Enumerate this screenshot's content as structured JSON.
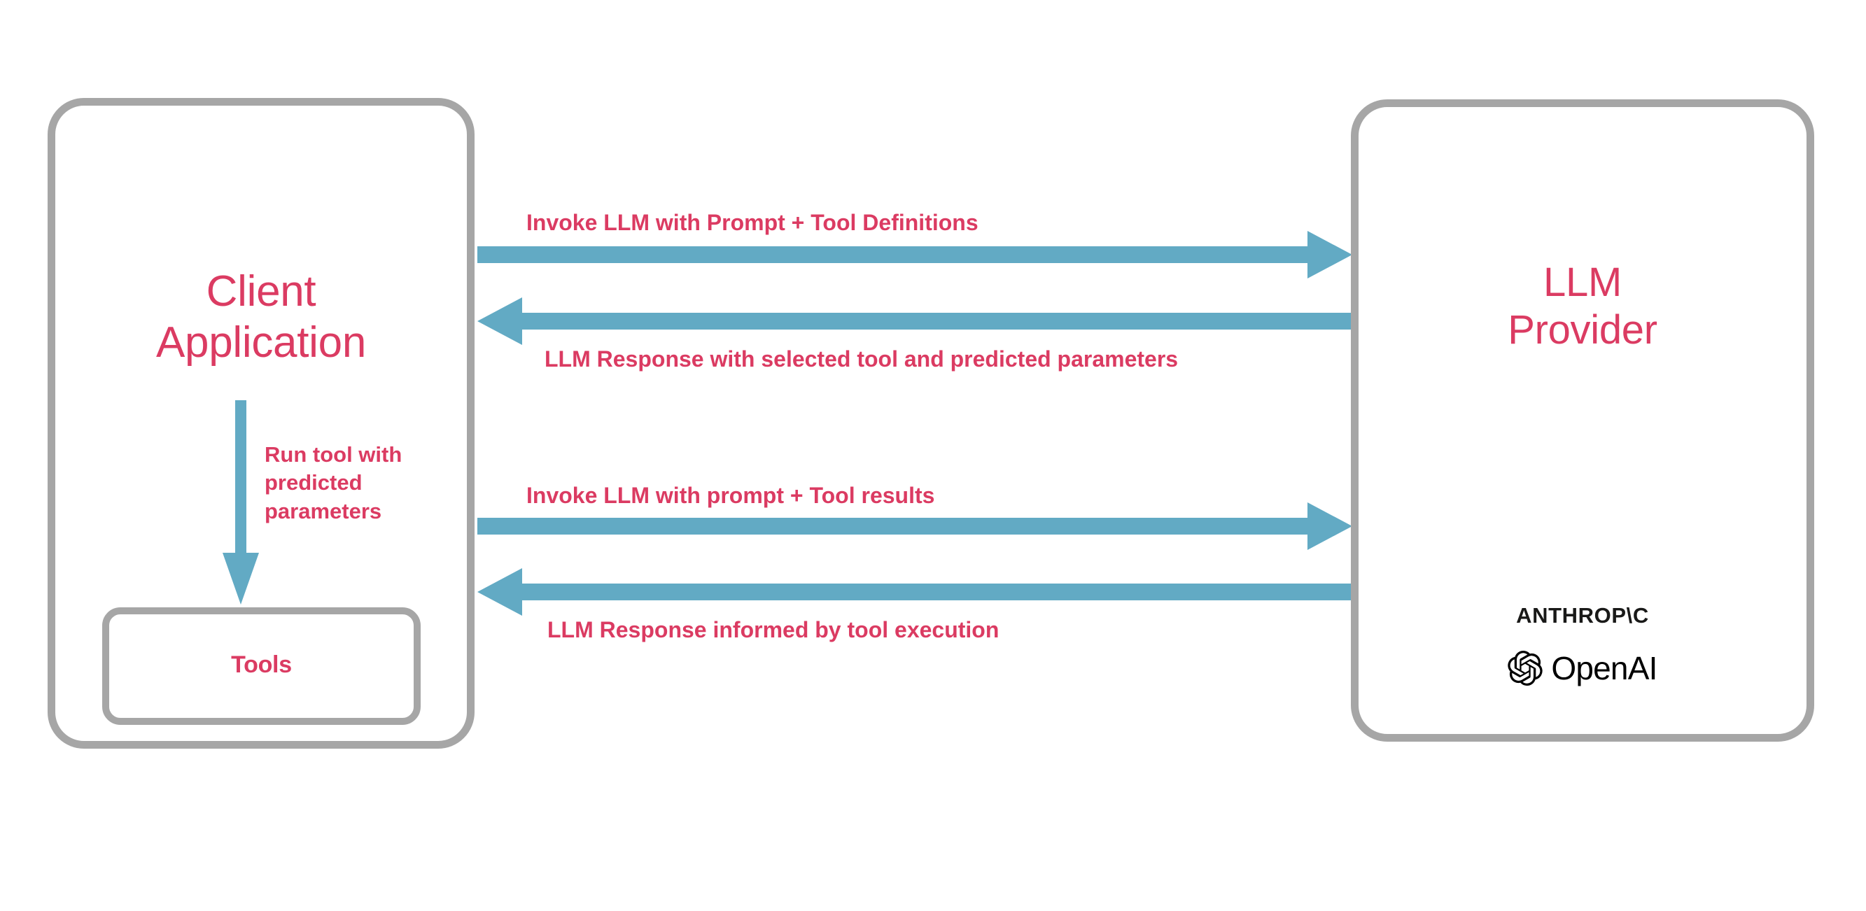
{
  "diagram": {
    "title": "LLM tool calling interaction flow",
    "colors": {
      "accent_text": "#db3b62",
      "arrow": "#62aac4",
      "box_border": "#a6a6a6",
      "background": "#ffffff",
      "logo_text": "#191918"
    }
  },
  "nodes": {
    "client": {
      "label": "Client\nApplication"
    },
    "tools": {
      "label": "Tools"
    },
    "llm_provider": {
      "label": "LLM\nProvider",
      "logos": [
        {
          "name": "anthropic",
          "wordmark": "ANTHROP\\C"
        },
        {
          "name": "openai",
          "wordmark": "OpenAI"
        }
      ]
    }
  },
  "flows": [
    {
      "id": "invoke-1",
      "label": "Invoke LLM with Prompt + Tool Definitions",
      "direction": "right",
      "from": "client",
      "to": "llm_provider"
    },
    {
      "id": "response-1",
      "label": "LLM Response with selected tool and predicted parameters",
      "direction": "left",
      "from": "llm_provider",
      "to": "client"
    },
    {
      "id": "run-tool",
      "label": "Run tool with\npredicted\nparameters",
      "direction": "down",
      "from": "client",
      "to": "tools"
    },
    {
      "id": "invoke-2",
      "label": "Invoke LLM with prompt + Tool results",
      "direction": "right",
      "from": "client",
      "to": "llm_provider"
    },
    {
      "id": "response-2",
      "label": "LLM Response informed by tool execution",
      "direction": "left",
      "from": "llm_provider",
      "to": "client"
    }
  ]
}
